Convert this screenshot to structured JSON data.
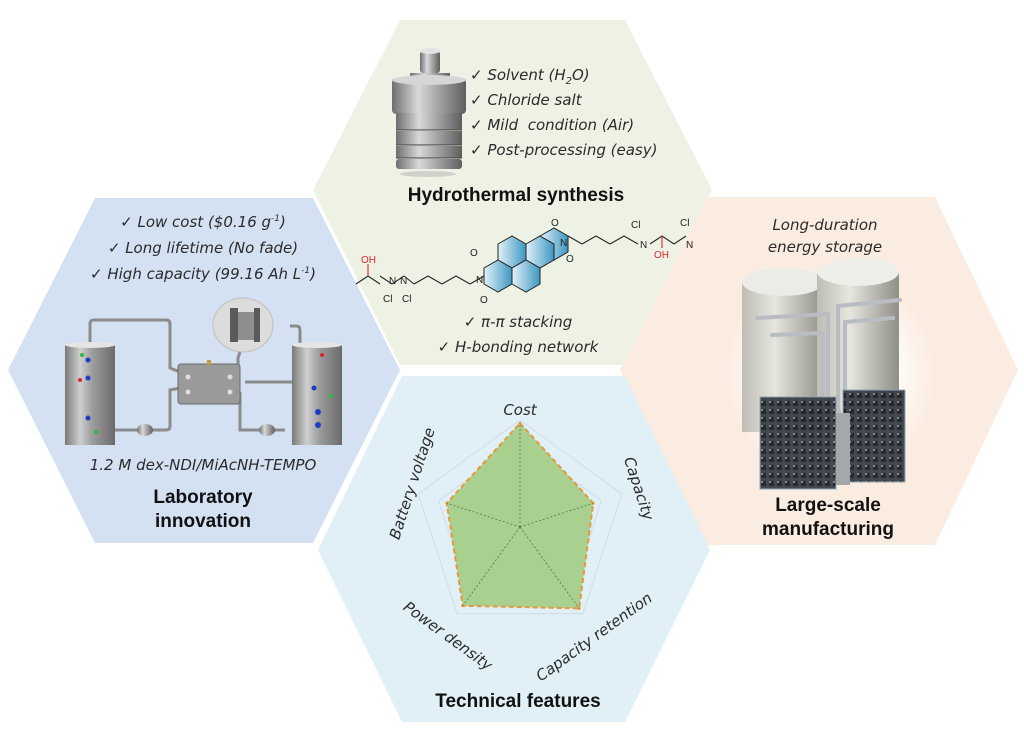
{
  "colors": {
    "lab_hex": "#d3e1f3",
    "synthesis_hex": "#edf2e5",
    "manufacturing_hex": "#fbece1",
    "features_hex": "#e1eff6",
    "radar_fill": "#a9d08e",
    "radar_outline": "#e49a3c",
    "molecule_core": "#3d97c2",
    "hydroxyl": "#d8262c"
  },
  "synthesis": {
    "title": "Hydrothermal synthesis",
    "icon": "autoclave-icon",
    "checklist": [
      {
        "check": "✓",
        "text": "Solvent (H",
        "sub": "2",
        "tail": "O)"
      },
      {
        "check": "✓",
        "text": "Chloride salt"
      },
      {
        "check": "✓",
        "text": "Mild  condition (Air)"
      },
      {
        "check": "✓",
        "text": "Post-processing (easy)"
      }
    ],
    "molecule": {
      "labels": {
        "o": "O",
        "n": "N",
        "oh": "OH",
        "cl": "Cl",
        "minus": "−",
        "plus": "+"
      }
    },
    "interactions": [
      {
        "check": "✓",
        "text": "π-π stacking"
      },
      {
        "check": "✓",
        "text": "H-bonding network"
      }
    ]
  },
  "lab": {
    "title_line1": "Laboratory",
    "title_line2": "innovation",
    "checklist": [
      {
        "check": "✓",
        "text": "Low cost ($0.16 g",
        "sup": "-1",
        "tail": ")"
      },
      {
        "check": "✓",
        "text": "Long lifetime (No fade)"
      },
      {
        "check": "✓",
        "text": "High capacity (99.16 Ah L",
        "sup": "-1",
        "tail": ")"
      }
    ],
    "electrolyte": "1.2 M dex-NDI/MiAcNH-TEMPO",
    "illustration": "flow-battery-icon"
  },
  "manufacturing": {
    "subtitle_line1": "Long-duration",
    "subtitle_line2": "energy storage",
    "title_line1": "Large-scale",
    "title_line2": "manufacturing",
    "illustration": "storage-tanks-icon"
  },
  "features": {
    "title": "Technical features"
  },
  "chart_data": {
    "type": "radar",
    "title": "Technical features",
    "categories": [
      "Cost",
      "Capacity",
      "Capacity retention",
      "Power density",
      "Battery voltage"
    ],
    "values": [
      0.97,
      0.72,
      0.94,
      0.91,
      0.72
    ],
    "range": [
      0,
      1
    ],
    "grid_levels": 5,
    "grid": true,
    "legend": "none"
  }
}
